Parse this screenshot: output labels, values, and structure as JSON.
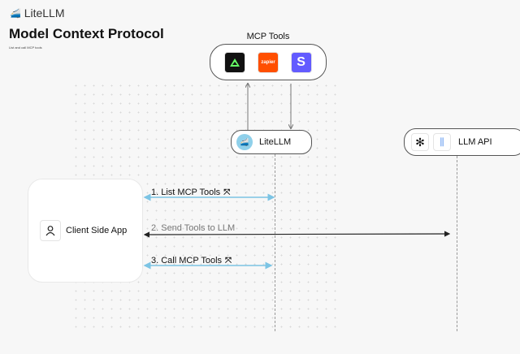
{
  "header": {
    "brand": "LiteLLM",
    "title": "Model Context Protocol",
    "subtitle": "List and call MCP tools"
  },
  "mcp_tools": {
    "label": "MCP Tools",
    "tools": [
      {
        "name": "arcade",
        "icon": "arcade-logo-icon"
      },
      {
        "name": "zapier",
        "label": "zapier",
        "icon": "zapier-logo-icon"
      },
      {
        "name": "stripe",
        "label": "S",
        "icon": "stripe-logo-icon"
      }
    ]
  },
  "litellm": {
    "label": "LiteLLM"
  },
  "llm_api": {
    "label": "LLM API"
  },
  "client": {
    "label": "Client Side App"
  },
  "steps": [
    {
      "label": "1. List MCP Tools"
    },
    {
      "label": "2. Send Tools to LLM"
    },
    {
      "label": "3. Call MCP Tools"
    }
  ],
  "colors": {
    "blue_arrow": "#7cc4e4",
    "black_arrow": "#222222",
    "zapier": "#ff4f00",
    "stripe": "#635bff"
  }
}
